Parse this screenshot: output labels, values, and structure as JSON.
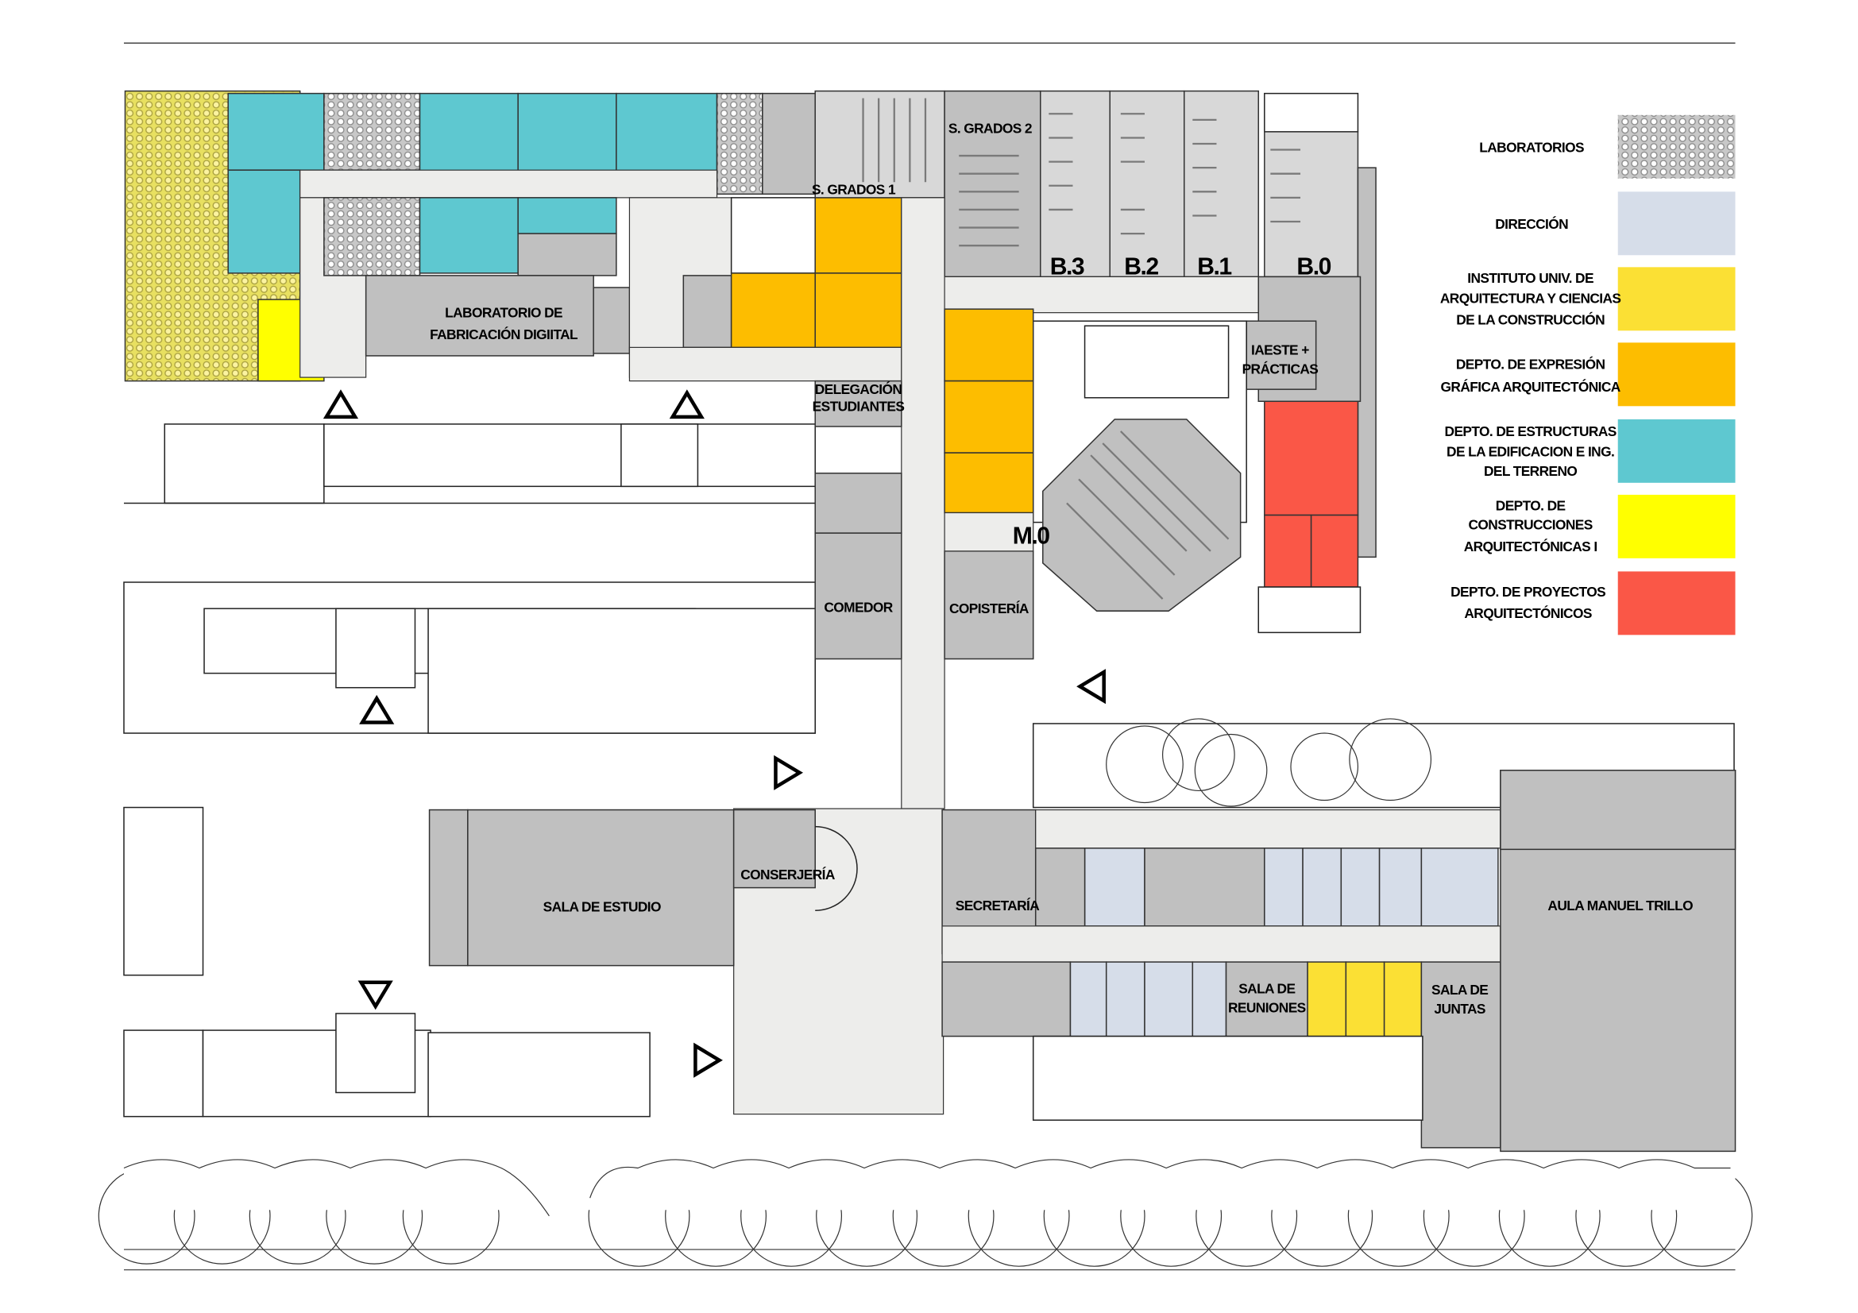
{
  "colors": {
    "laboratorios": "#9a9a9a",
    "direccion": "#d6dde9",
    "instituto": "#fbe034",
    "expresion_grafica": "#fdbd00",
    "estructuras": "#5ec8d0",
    "construcciones": "#ffff00",
    "proyectos": "#fa5747"
  },
  "legend": [
    {
      "lines": [
        "LABORATORIOS"
      ]
    },
    {
      "lines": [
        "DIRECCIÓN"
      ]
    },
    {
      "lines": [
        "INSTITUTO UNIV. DE",
        "ARQUITECTURA Y CIENCIAS",
        "DE LA CONSTRUCCIÓN"
      ]
    },
    {
      "lines": [
        "DEPTO. DE EXPRESIÓN",
        "GRÁFICA ARQUITECTÓNICA"
      ]
    },
    {
      "lines": [
        "DEPTO. DE ESTRUCTURAS",
        "DE LA EDIFICACION E ING.",
        "DEL TERRENO"
      ]
    },
    {
      "lines": [
        "DEPTO. DE",
        "CONSTRUCCIONES",
        "ARQUITECTÓNICAS I"
      ]
    },
    {
      "lines": [
        "DEPTO. DE PROYECTOS",
        "ARQUITECTÓNICOS"
      ]
    }
  ],
  "rooms": {
    "lab_fab": [
      "LABORATORIO DE",
      "FABRICACIÓN DIGIITAL"
    ],
    "s_grados_1": "S. GRADOS 1",
    "s_grados_2": "S. GRADOS 2",
    "b3": "B.3",
    "b2": "B.2",
    "b1": "B.1",
    "b0": "B.0",
    "iaeste": [
      "IAESTE +",
      "PRÁCTICAS"
    ],
    "delegacion": [
      "DELEGACIÓN",
      "ESTUDIANTES"
    ],
    "m0": "M.0",
    "comedor": "COMEDOR",
    "copisteria": "COPISTERÍA",
    "sala_estudio": "SALA DE ESTUDIO",
    "conserjeria": "CONSERJERÍA",
    "secretaria": "SECRETARÍA",
    "sala_reuniones": [
      "SALA DE",
      "REUNIONES"
    ],
    "sala_juntas": [
      "SALA DE",
      "JUNTAS"
    ],
    "aula_trillo": "AULA MANUEL TRILLO"
  }
}
